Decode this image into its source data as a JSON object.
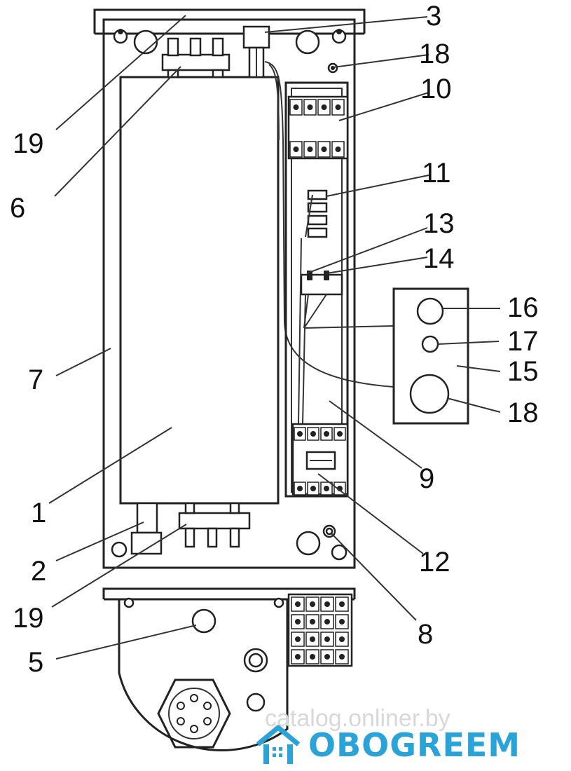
{
  "labels": {
    "l1": "1",
    "l2": "2",
    "l3": "3",
    "l5": "5",
    "l6": "6",
    "l7": "7",
    "l8": "8",
    "l9": "9",
    "l10": "10",
    "l11": "11",
    "l12": "12",
    "l13": "13",
    "l14": "14",
    "l15": "15",
    "l16": "16",
    "l17": "17",
    "l18a": "18",
    "l18b": "18",
    "l19a": "19",
    "l19b": "19"
  },
  "watermark": "catalog.onliner.by",
  "brand": {
    "name": "OBOGREEM",
    "color": "#2aa3d8"
  }
}
